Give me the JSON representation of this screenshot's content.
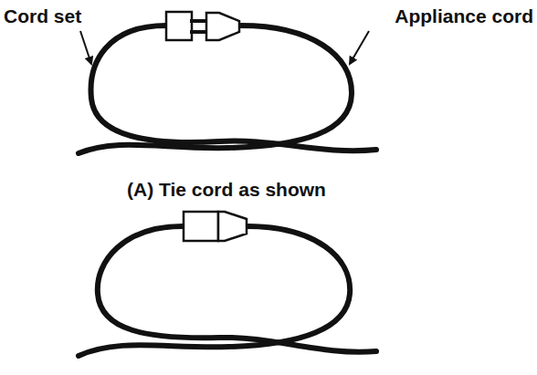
{
  "diagram": {
    "labels": [
      "Cord set",
      "Appliance cord",
      "(A) Tie cord as shown"
    ]
  }
}
